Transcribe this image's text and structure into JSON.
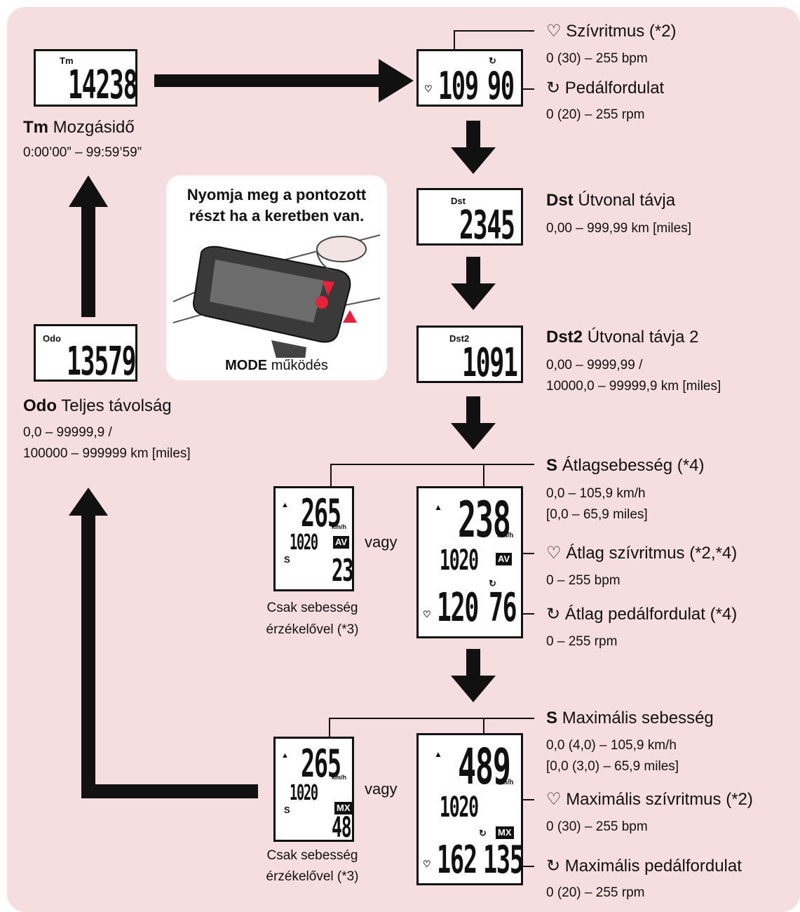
{
  "colors": {
    "background": "#f6dde0",
    "ink": "#111111",
    "red": "#e6223a"
  },
  "tm": {
    "code": "Tm",
    "name": "Mozgásidő",
    "range": "0:00’00” – 99:59’59”",
    "display": "14238"
  },
  "odo": {
    "code": "Odo",
    "name": "Teljes távolság",
    "range1": "0,0 – 99999,9 /",
    "range2": "100000 – 999999 km [miles]",
    "display": "13579"
  },
  "hr": {
    "name": "Szívritmus (*2)",
    "range": "0 (30) – 255 bpm",
    "display": "109"
  },
  "cad": {
    "name": "Pedálfordulat",
    "range": "0 (20) – 255 rpm",
    "display": "90"
  },
  "dst": {
    "code": "Dst",
    "name": "Útvonal távja",
    "range": "0,00 – 999,99 km [miles]",
    "display": "2345"
  },
  "dst2": {
    "code": "Dst2",
    "name": "Útvonal távja 2",
    "range1": "0,00 – 9999,99 /",
    "range2": "10000,0 – 99999,9 km [miles]",
    "display": "1091"
  },
  "avg": {
    "speed_code": "S",
    "speed_name": "Átlagsebesség (*4)",
    "speed_range1": "0,0 – 105,9 km/h",
    "speed_range2": "[0,0 – 65,9 miles]",
    "hr_name": "Átlag szívritmus (*2,*4)",
    "hr_range": "0 – 255 bpm",
    "cad_name": "Átlag pedálfordulat (*4)",
    "cad_range": "0 – 255 rpm",
    "display_speed": "238",
    "display_clock": "1020",
    "display_hr": "120",
    "display_cad": "76",
    "badge": "AV",
    "alt_speed": "265",
    "alt_clock": "1020",
    "alt_value": "23"
  },
  "max": {
    "speed_code": "S",
    "speed_name": "Maximális sebesség",
    "speed_range1": "0,0 (4,0) – 105,9 km/h",
    "speed_range2": "[0,0 (3,0) – 65,9 miles]",
    "hr_name": "Maximális szívritmus (*2)",
    "hr_range": "0 (30) – 255 bpm",
    "cad_name": "Maximális pedálfordulat",
    "cad_range": "0 (20) – 255 rpm",
    "display_speed": "489",
    "display_clock": "1020",
    "display_hr": "162",
    "display_cad": "135",
    "badge": "MX",
    "alt_speed": "265",
    "alt_clock": "1020",
    "alt_value": "48"
  },
  "or_word": "vagy",
  "speed_only1": "Csak sebesség",
  "speed_only2": "érzékelővel (*3)",
  "instruction": {
    "line1": "Nyomja meg a pontozott",
    "line2": "részt ha a keretben van.",
    "mode_word": "MODE",
    "mode_rest": " működés"
  },
  "unit_kmh": "km/h",
  "icons": {
    "heart": "heart-icon",
    "cadence": "cadence-icon",
    "arrow": "flow-arrow"
  }
}
